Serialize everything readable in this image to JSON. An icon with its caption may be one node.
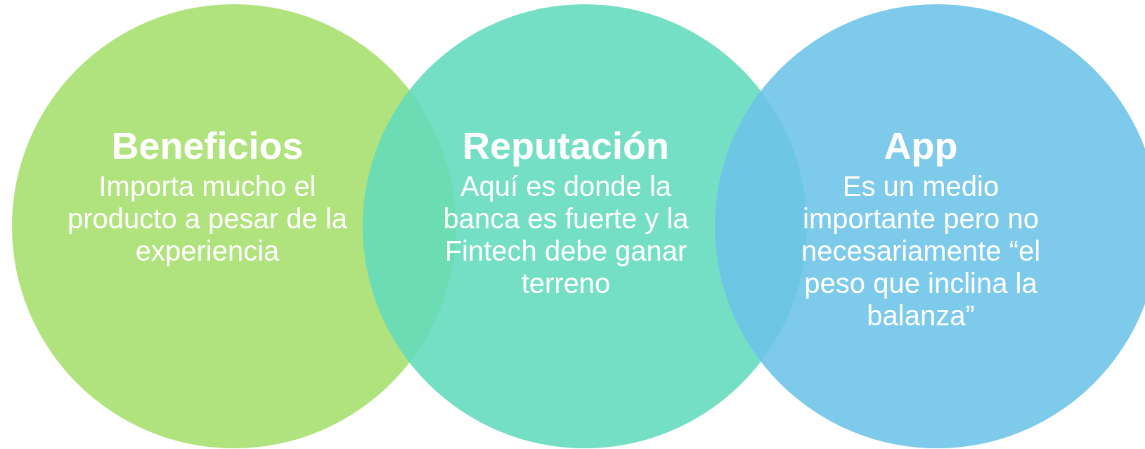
{
  "diagram": {
    "nodes": [
      {
        "text": [
          "Beneficios",
          "Importa mucho el producto a pesar de la experiencia"
        ]
      },
      {
        "text": [
          "Reputación",
          "Aquí es donde la banca es fuerte y la Fintech debe ganar terreno"
        ]
      },
      {
        "text": [
          "App",
          "Es un medio importante pero no necesariamente “el peso que inclina la balanza”"
        ]
      }
    ]
  }
}
